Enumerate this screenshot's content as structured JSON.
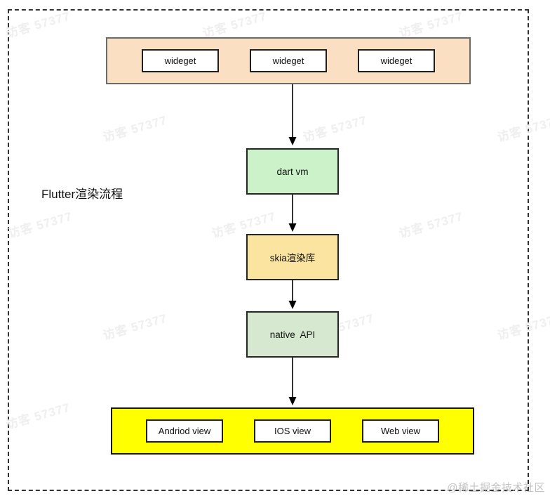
{
  "page": {
    "title": "Flutter渲染流程",
    "credit": "@稀土掘金技术社区",
    "watermark_text": "访客 57377"
  },
  "colors": {
    "widget_row_bg": "#fadfc2",
    "dart_vm_bg": "#ccf2ca",
    "skia_bg": "#fae49f",
    "native_api_bg": "#d7e8d1",
    "platform_row_bg": "#ffff00",
    "arrow_color": "#000000"
  },
  "diagram": {
    "widget_row": {
      "items": [
        "wideget",
        "wideget",
        "wideget"
      ]
    },
    "nodes": [
      {
        "label": "dart vm"
      },
      {
        "label": "skia渲染库"
      },
      {
        "label": "native  API"
      }
    ],
    "platform_row": {
      "items": [
        "Andriod view",
        "IOS view",
        "Web view"
      ]
    }
  }
}
